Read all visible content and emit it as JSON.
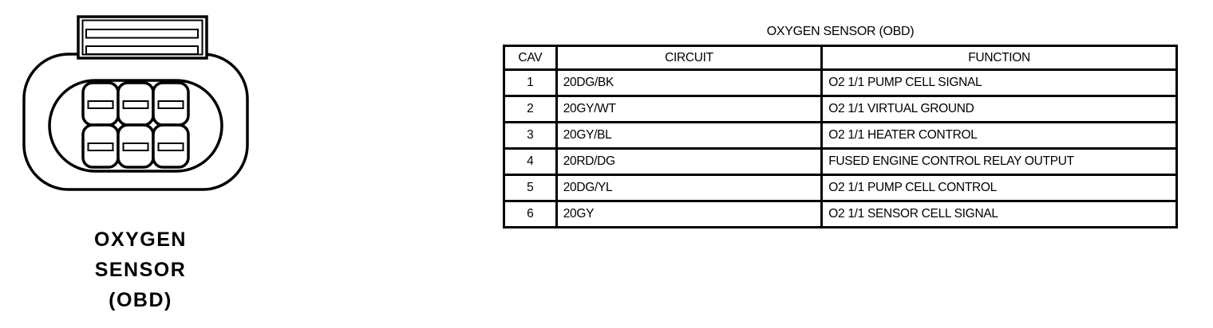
{
  "page": {
    "background": "#ffffff",
    "ink": "#000000"
  },
  "connector": {
    "diagram": "6-cavity-oval-connector",
    "cavity_rows": 2,
    "cavity_cols": 3,
    "label_line1": "OXYGEN",
    "label_line2": "SENSOR",
    "label_line3": "(OBD)"
  },
  "table": {
    "title": "OXYGEN SENSOR (OBD)",
    "columns": {
      "cav": "CAV",
      "circuit": "CIRCUIT",
      "function": "FUNCTION"
    },
    "rows": [
      {
        "cav": "1",
        "circuit": "20DG/BK",
        "function": "O2 1/1 PUMP CELL SIGNAL"
      },
      {
        "cav": "2",
        "circuit": "20GY/WT",
        "function": "O2 1/1 VIRTUAL GROUND"
      },
      {
        "cav": "3",
        "circuit": "20GY/BL",
        "function": "O2 1/1 HEATER CONTROL"
      },
      {
        "cav": "4",
        "circuit": "20RD/DG",
        "function": "FUSED ENGINE CONTROL RELAY OUTPUT"
      },
      {
        "cav": "5",
        "circuit": "20DG/YL",
        "function": "O2 1/1 PUMP CELL CONTROL"
      },
      {
        "cav": "6",
        "circuit": "20GY",
        "function": "O2 1/1 SENSOR CELL SIGNAL"
      }
    ]
  }
}
